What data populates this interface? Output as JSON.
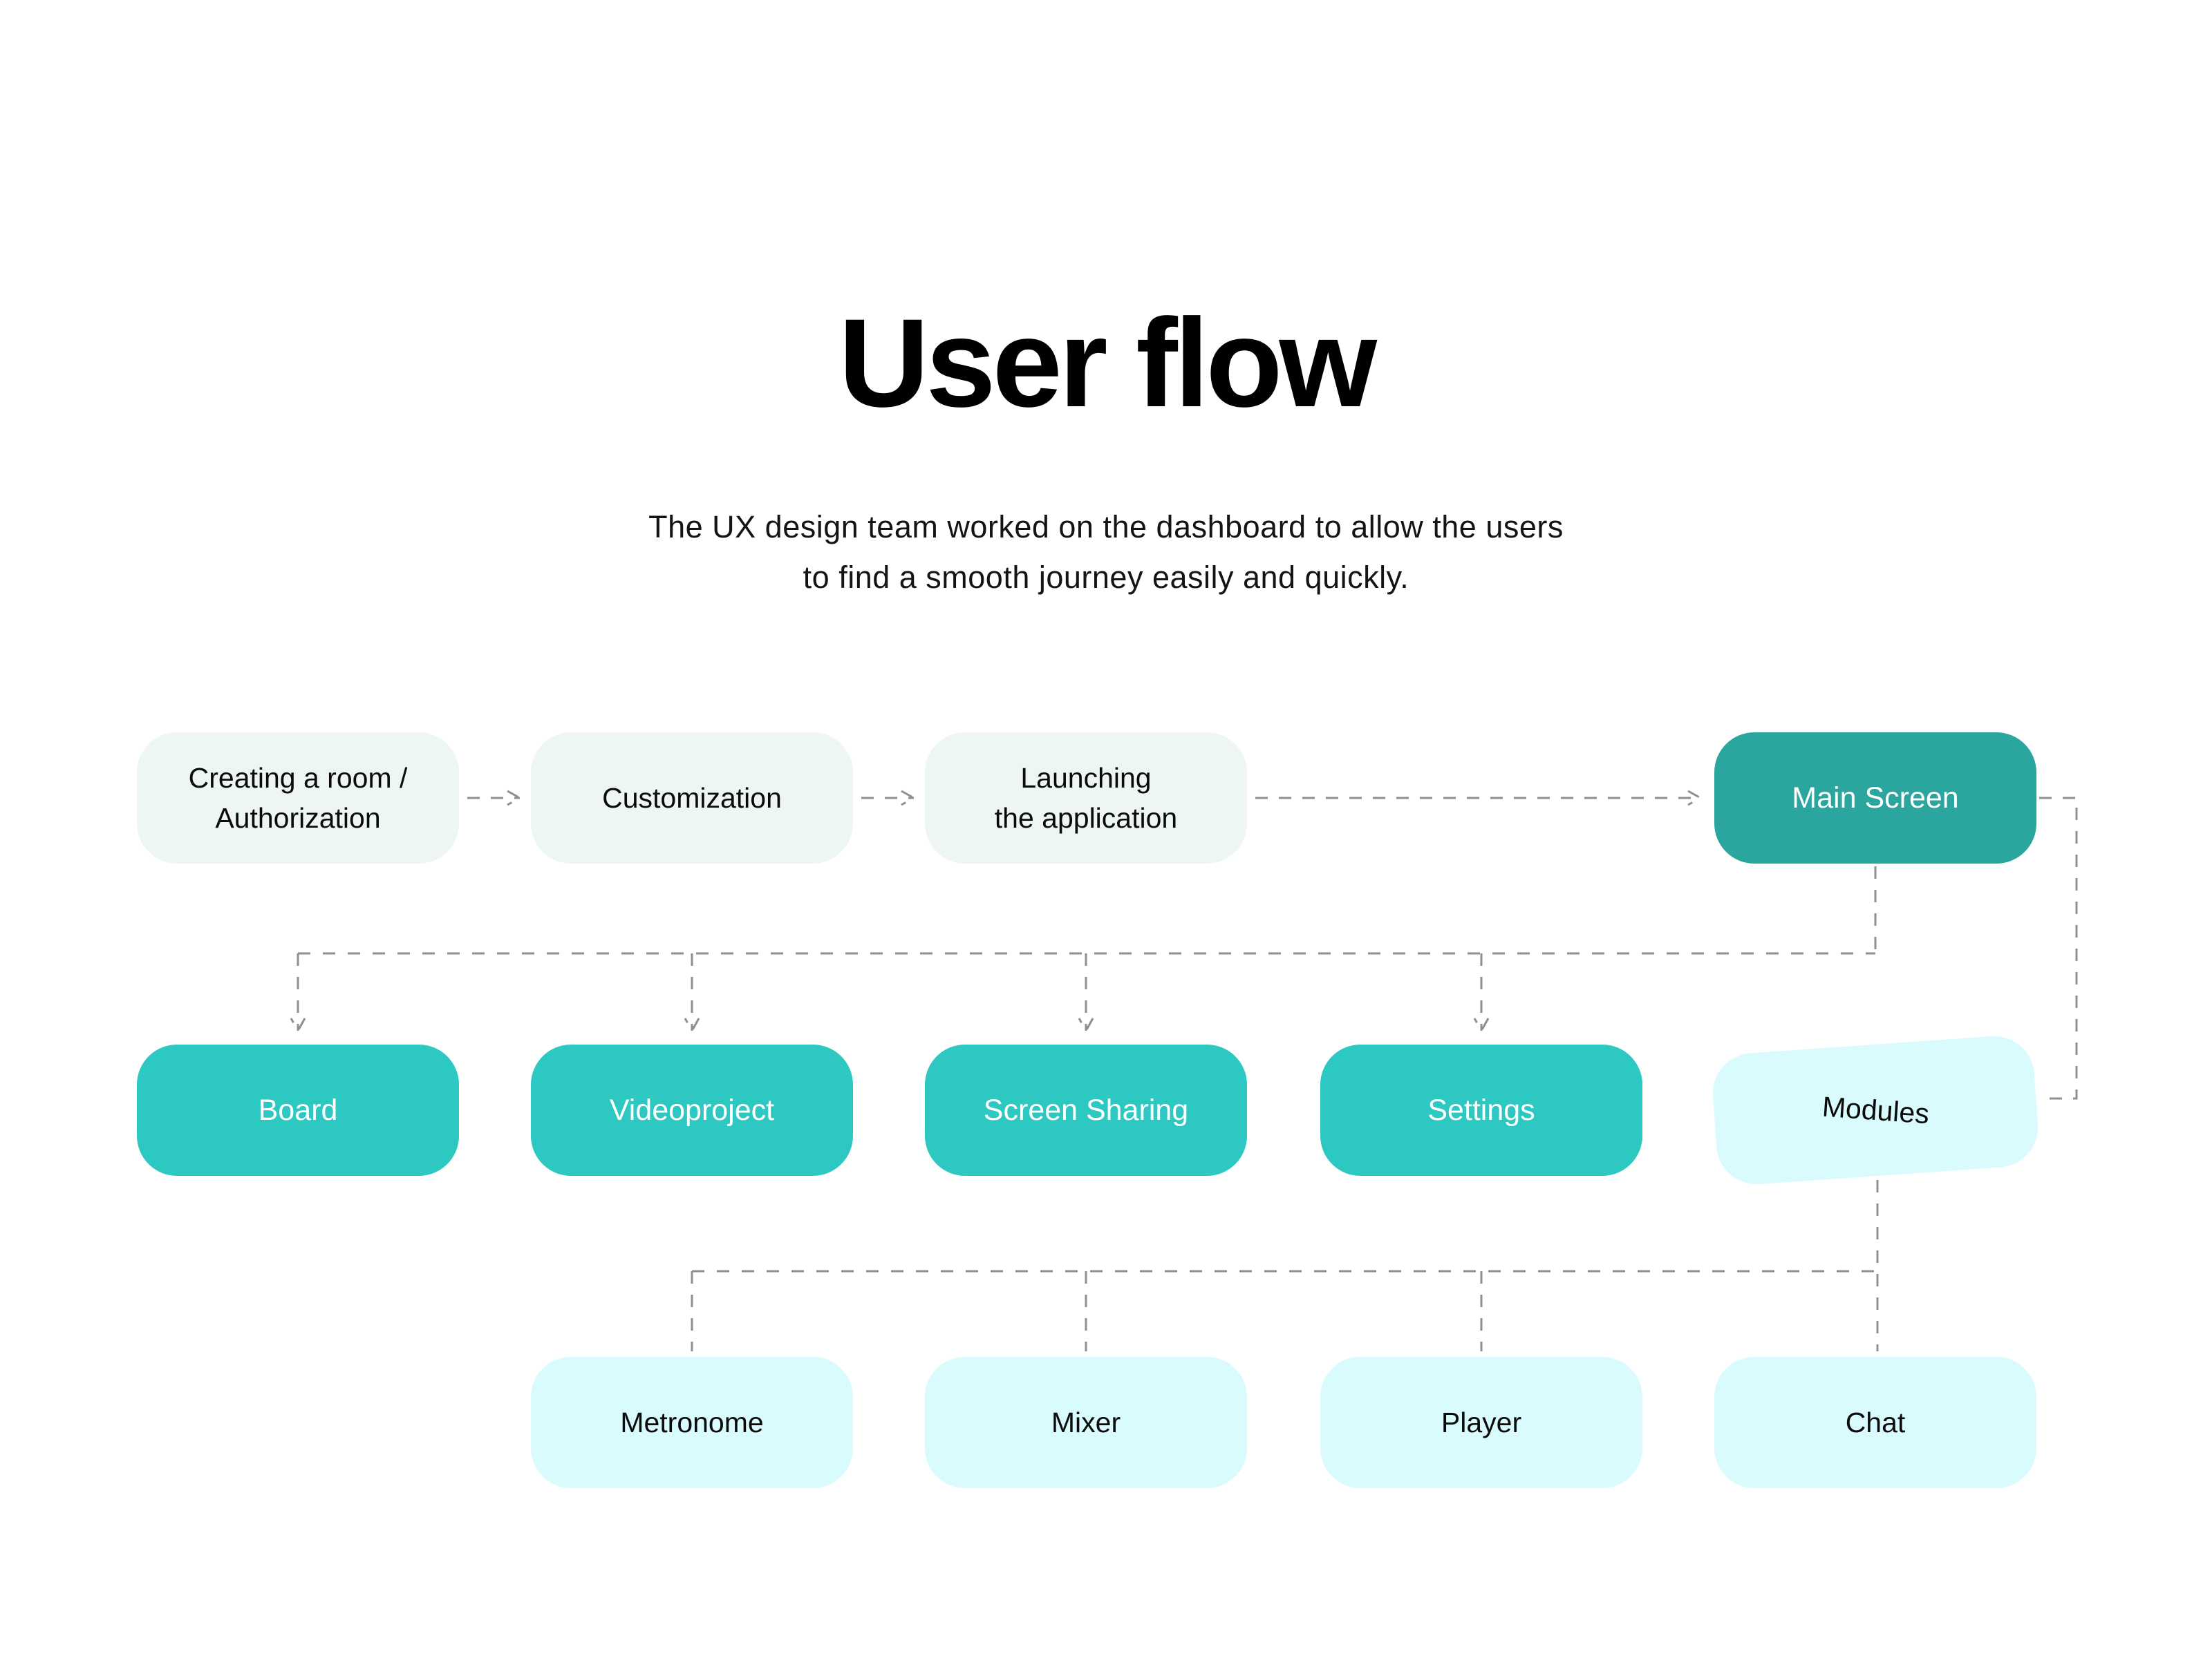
{
  "header": {
    "title": "User flow",
    "subtitle_line1": "The UX design team worked on the dashboard to allow the users",
    "subtitle_line2": "to find a smooth journey easily and quickly."
  },
  "flow": {
    "row1": [
      {
        "line1": "Creating a room /",
        "line2": "Authorization"
      },
      {
        "line1": "Customization"
      },
      {
        "line1": "Launching",
        "line2": "the application"
      },
      {
        "line1": "Main Screen"
      }
    ],
    "row2": [
      {
        "label": "Board"
      },
      {
        "label": "Videoproject"
      },
      {
        "label": "Screen Sharing"
      },
      {
        "label": "Settings"
      },
      {
        "label": "Modules"
      }
    ],
    "row3": [
      {
        "label": "Metronome"
      },
      {
        "label": "Mixer"
      },
      {
        "label": "Player"
      },
      {
        "label": "Chat"
      }
    ]
  },
  "colors": {
    "canvas_bg": "#ffffff",
    "stage_node_bg": "#eef6f5",
    "primary_node_bg": "#2ba69f",
    "feature_node_bg": "#2cc8c1",
    "module_node_bg": "#d9fbfd",
    "connector": "#8f8f8f",
    "node_text_dark": "#0b0b0b",
    "node_text_light": "#ffffff",
    "title_text": "#000000"
  }
}
